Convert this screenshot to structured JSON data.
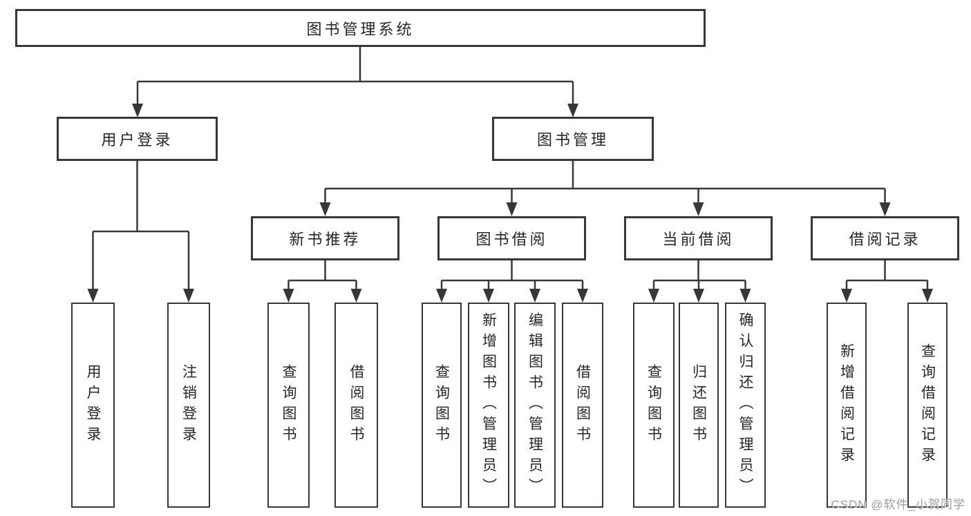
{
  "title": "图书管理系统",
  "watermark": "CSDN @软件_小贺同学",
  "colors": {
    "line": "#373737",
    "text": "#262626",
    "background": "#ffffff",
    "watermark": "#9b9b9b"
  },
  "tree": {
    "label": "图书管理系统",
    "children": [
      {
        "label": "用户登录",
        "children": [
          {
            "label": "用户登录"
          },
          {
            "label": "注销登录"
          }
        ]
      },
      {
        "label": "图书管理",
        "children": [
          {
            "label": "新书推荐",
            "children": [
              {
                "label": "查询图书"
              },
              {
                "label": "借阅图书"
              }
            ]
          },
          {
            "label": "图书借阅",
            "children": [
              {
                "label": "查询图书"
              },
              {
                "label": "新增图书（管理员）"
              },
              {
                "label": "编辑图书（管理员）"
              },
              {
                "label": "借阅图书"
              }
            ]
          },
          {
            "label": "当前借阅",
            "children": [
              {
                "label": "查询图书"
              },
              {
                "label": "归还图书"
              },
              {
                "label": "确认归还（管理员）"
              }
            ]
          },
          {
            "label": "借阅记录",
            "children": [
              {
                "label": "新增借阅记录"
              },
              {
                "label": "查询借阅记录"
              }
            ]
          }
        ]
      }
    ]
  }
}
